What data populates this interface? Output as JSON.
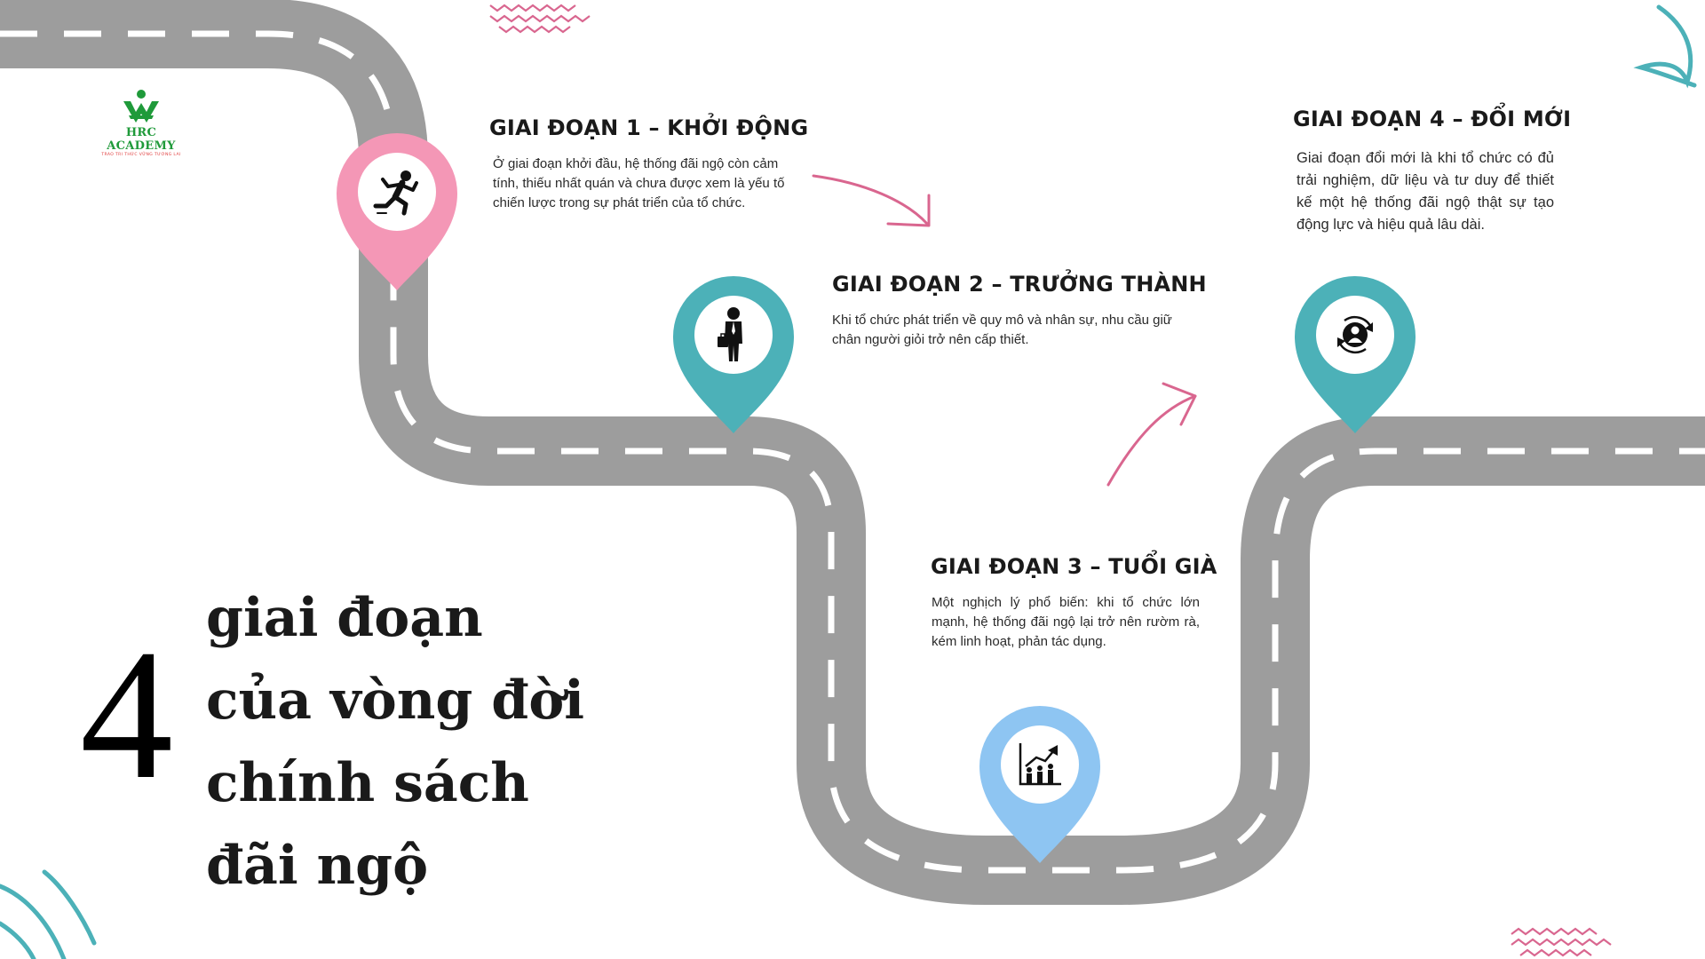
{
  "brand": {
    "name": "HRC ACADEMY",
    "tagline": "TRAO TRI THỨC VỮNG TƯƠNG LAI",
    "logo_color": "#1f9a3a"
  },
  "headline": {
    "number": "4",
    "lines": [
      "giai đoạn",
      "của vòng đời",
      "chính sách",
      "đãi ngộ"
    ]
  },
  "stages": [
    {
      "title": "GIAI ĐOẠN 1 – KHỞI ĐỘNG",
      "description": "Ở giai đoạn khởi đầu, hệ thống đãi ngộ còn cảm tính, thiếu nhất quán và chưa được xem là yếu tố chiến lược trong sự phát triển của tổ chức.",
      "icon": "running-person-icon",
      "pin_color": "#f497b6"
    },
    {
      "title": "GIAI ĐOẠN 2 – TRƯỞNG THÀNH",
      "description": "Khi tổ chức phát triển về quy mô và nhân sự, nhu cầu giữ chân người giỏi trở nên cấp thiết.",
      "icon": "businessman-icon",
      "pin_color": "#4cb1b8"
    },
    {
      "title": "GIAI ĐOẠN 3 – TUỔI GIÀ",
      "description": "Một nghịch lý phổ biến: khi tổ chức lớn mạnh, hệ thống đãi ngộ lại trở nên rườm rà, kém linh hoạt, phản tác dụng.",
      "icon": "growth-chart-people-icon",
      "pin_color": "#8ec5f2"
    },
    {
      "title": "GIAI ĐOẠN 4 – ĐỔI MỚI",
      "description": "Giai đoạn đổi mới là khi tổ chức có đủ trải nghiệm, dữ liệu và tư duy để thiết kế một hệ thống đãi ngộ thật sự tạo động lực và hiệu quả lâu dài.",
      "icon": "user-cycle-icon",
      "pin_color": "#4cb1b8"
    }
  ],
  "colors": {
    "road": "#9d9d9d",
    "road_marking": "#ffffff",
    "arrow": "#d9668f",
    "teal_accent": "#4cb1b8",
    "pink_accent": "#d9668f"
  }
}
